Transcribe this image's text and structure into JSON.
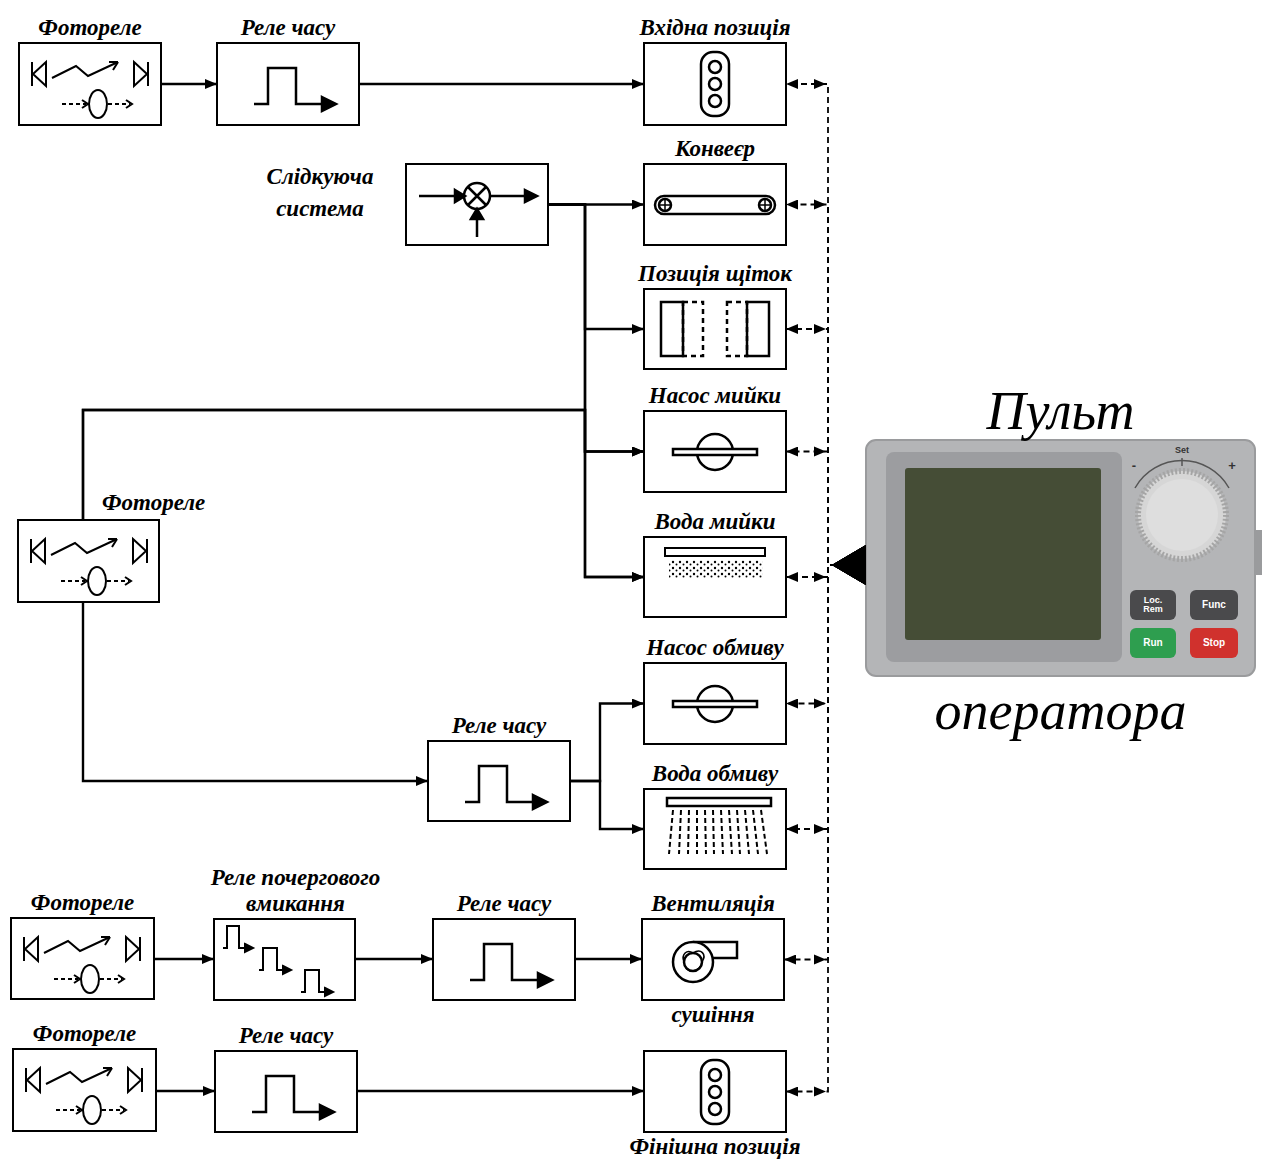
{
  "diagram": {
    "nodes": [
      {
        "text": [
          "Фотореле"
        ]
      },
      {
        "text": [
          "Реле часу"
        ]
      },
      {
        "text": [
          "Вхідна позиція"
        ]
      },
      {
        "text": [
          "Слідкуюча система"
        ]
      },
      {
        "text": [
          "Конвеєр"
        ]
      },
      {
        "text": [
          "Позиція щіток"
        ]
      },
      {
        "text": [
          "Насос мийки"
        ]
      },
      {
        "text": [
          "Вода мийки"
        ]
      },
      {
        "text": [
          "Фотореле"
        ]
      },
      {
        "text": [
          "Насос обмиву"
        ]
      },
      {
        "text": [
          "Реле часу"
        ]
      },
      {
        "text": [
          "Вода обмиву"
        ]
      },
      {
        "text": [
          "Фотореле"
        ]
      },
      {
        "text": [
          "Реле почергового вмикання"
        ]
      },
      {
        "text": [
          "Реле часу"
        ]
      },
      {
        "text": [
          "Вентиляція",
          "сушіння"
        ]
      },
      {
        "text": [
          "Фотореле"
        ]
      },
      {
        "text": [
          "Реле часу"
        ]
      },
      {
        "text": [
          "Фінішна позиція"
        ]
      },
      {
        "text": [
          "Пульт",
          "оператора"
        ]
      }
    ],
    "edges": [
      {
        "from": 0,
        "to": 1,
        "arrow": "to"
      },
      {
        "from": 1,
        "to": 2,
        "arrow": "to"
      },
      {
        "from": 3,
        "to": 4,
        "arrow": "to"
      },
      {
        "from": 3,
        "to": 5,
        "arrow": "to"
      },
      {
        "from": 3,
        "to": 6,
        "arrow": "to"
      },
      {
        "from": 3,
        "to": 7,
        "arrow": "to"
      },
      {
        "from": 8,
        "to": 6,
        "arrow": "to"
      },
      {
        "from": 8,
        "to": 7,
        "arrow": "to"
      },
      {
        "from": 8,
        "to": 10,
        "arrow": "to"
      },
      {
        "from": 10,
        "to": 9,
        "arrow": "to"
      },
      {
        "from": 10,
        "to": 11,
        "arrow": "to"
      },
      {
        "from": 12,
        "to": 13,
        "arrow": "to"
      },
      {
        "from": 13,
        "to": 14,
        "arrow": "to"
      },
      {
        "from": 14,
        "to": 15,
        "arrow": "to"
      },
      {
        "from": 16,
        "to": 17,
        "arrow": "to"
      },
      {
        "from": 17,
        "to": 18,
        "arrow": "to"
      },
      {
        "from": 19,
        "to": 2,
        "arrow": "both"
      },
      {
        "from": 19,
        "to": 4,
        "arrow": "both"
      },
      {
        "from": 19,
        "to": 5,
        "arrow": "both"
      },
      {
        "from": 19,
        "to": 6,
        "arrow": "both"
      },
      {
        "from": 19,
        "to": 7,
        "arrow": "both"
      },
      {
        "from": 19,
        "to": 9,
        "arrow": "both"
      },
      {
        "from": 19,
        "to": 11,
        "arrow": "both"
      },
      {
        "from": 19,
        "to": 15,
        "arrow": "both"
      },
      {
        "from": 19,
        "to": 18,
        "arrow": "both"
      }
    ],
    "labels": [
      "Loc. Rem",
      "Func",
      "Run",
      "Stop",
      "Set",
      "-",
      "+"
    ]
  }
}
